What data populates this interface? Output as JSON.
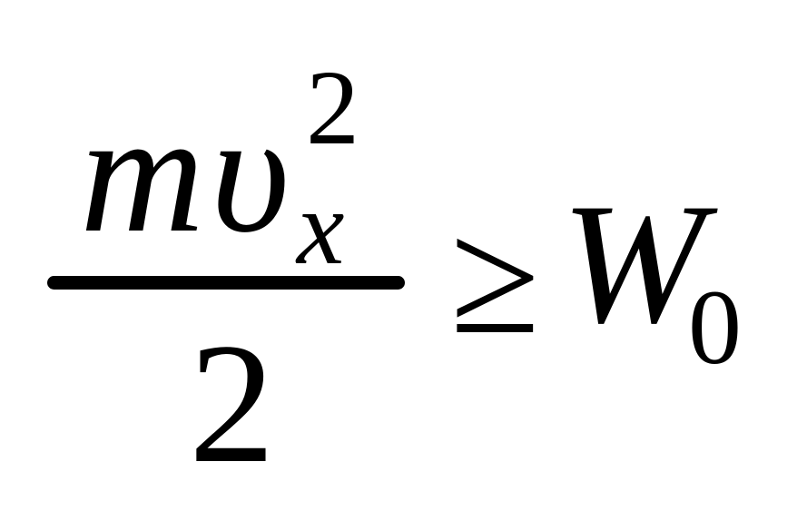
{
  "formula": {
    "numerator": {
      "mass": "m",
      "velocity": "υ",
      "exponent": "2",
      "subscript": "x"
    },
    "denominator": "2",
    "relation": "≥",
    "rhs": {
      "symbol": "W",
      "subscript": "0"
    }
  }
}
